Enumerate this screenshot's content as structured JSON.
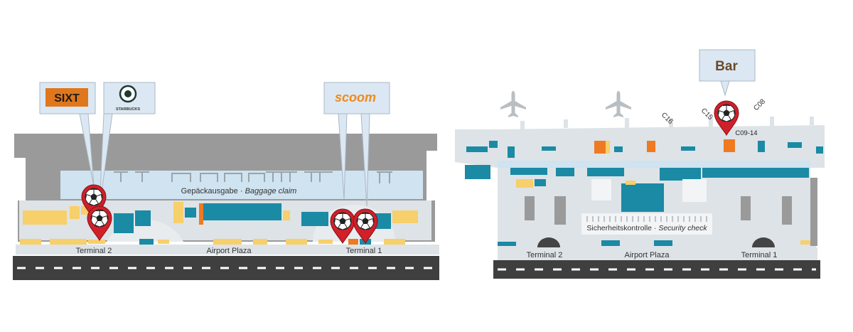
{
  "colors": {
    "building": "#9a9a9a",
    "floor": "#dde3e7",
    "baggage_band": "#cfe3f0",
    "road": "#3f3f3f",
    "shop_blue": "#1a8aa5",
    "shop_yellow": "#f7cf6b",
    "shop_orange": "#ee7a22",
    "pin_red": "#d0202a",
    "callout_fill": "#dbe8f3",
    "plane_gray": "#b9bec2"
  },
  "icons": [
    "airplane-icon",
    "soccer-ball-icon",
    "map-pin-icon",
    "sixt-logo-icon",
    "starbucks-logo-icon",
    "scoom-logo-icon",
    "bar-logo-icon"
  ],
  "left_map": {
    "baggage_claim_de": "Gepäckausgabe",
    "baggage_claim_sep": "·",
    "baggage_claim_en": "Baggage claim",
    "terminal_2": "Terminal 2",
    "airport_plaza": "Airport Plaza",
    "terminal_1": "Terminal 1"
  },
  "right_map": {
    "security_de": "Sicherheitskontrolle",
    "security_sep": "·",
    "security_en": "Security check",
    "terminal_2": "Terminal 2",
    "airport_plaza": "Airport Plaza",
    "terminal_1": "Terminal 1",
    "gates": [
      "C16",
      "C15",
      "C08"
    ],
    "gate_group": "C09-14"
  },
  "callouts": {
    "sixt": "SIXT",
    "starbucks": "STARBUCKS",
    "scoom": "scoom",
    "bar": "Bar"
  }
}
